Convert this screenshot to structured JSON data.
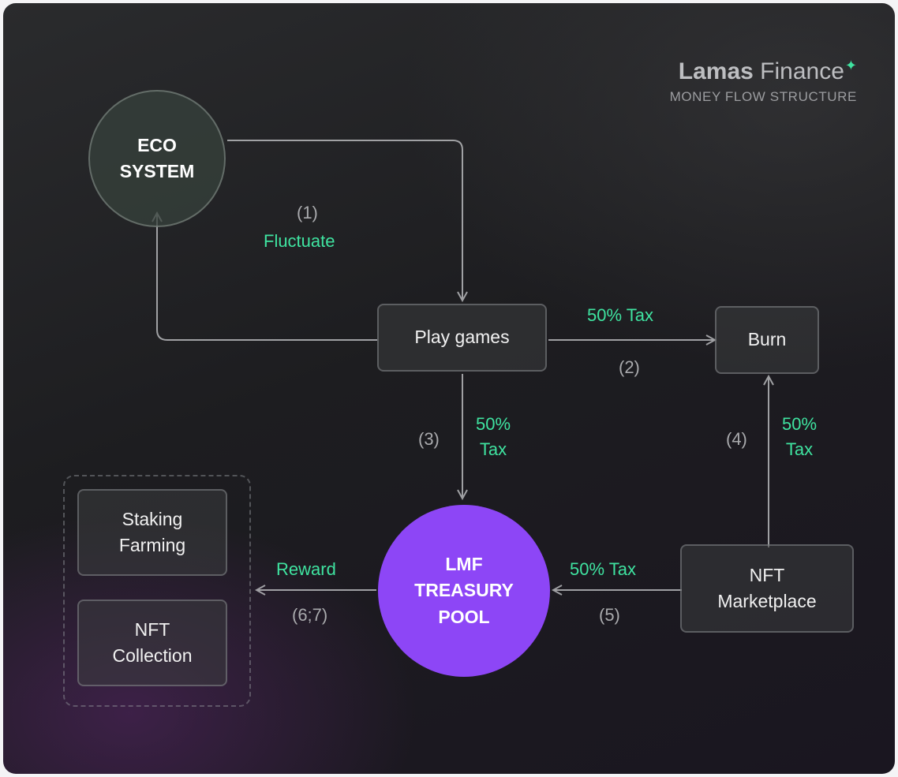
{
  "brand": {
    "name_bold": "Lamas",
    "name_light": "Finance",
    "star": "✦",
    "subtitle": "MONEY FLOW STRUCTURE"
  },
  "nodes": {
    "eco_system": "ECO\nSYSTEM",
    "play_games": "Play games",
    "burn": "Burn",
    "lmf_treasury": "LMF\nTREASURY\nPOOL",
    "nft_marketplace": "NFT\nMarketplace",
    "staking_farming": "Staking\nFarming",
    "nft_collection": "NFT\nCollection"
  },
  "edge_labels": {
    "flow1_num": "(1)",
    "flow1_text": "Fluctuate",
    "flow2_tax": "50% Tax",
    "flow2_num": "(2)",
    "flow3_num": "(3)",
    "flow3_tax": "50%\nTax",
    "flow4_num": "(4)",
    "flow4_tax": "50%\nTax",
    "flow5_tax": "50% Tax",
    "flow5_num": "(5)",
    "reward_text": "Reward",
    "reward_num": "(6;7)"
  },
  "colors": {
    "accent_green": "#3fe3a0",
    "treasury_purple": "#8d46f6",
    "background": "#1f1f22"
  }
}
